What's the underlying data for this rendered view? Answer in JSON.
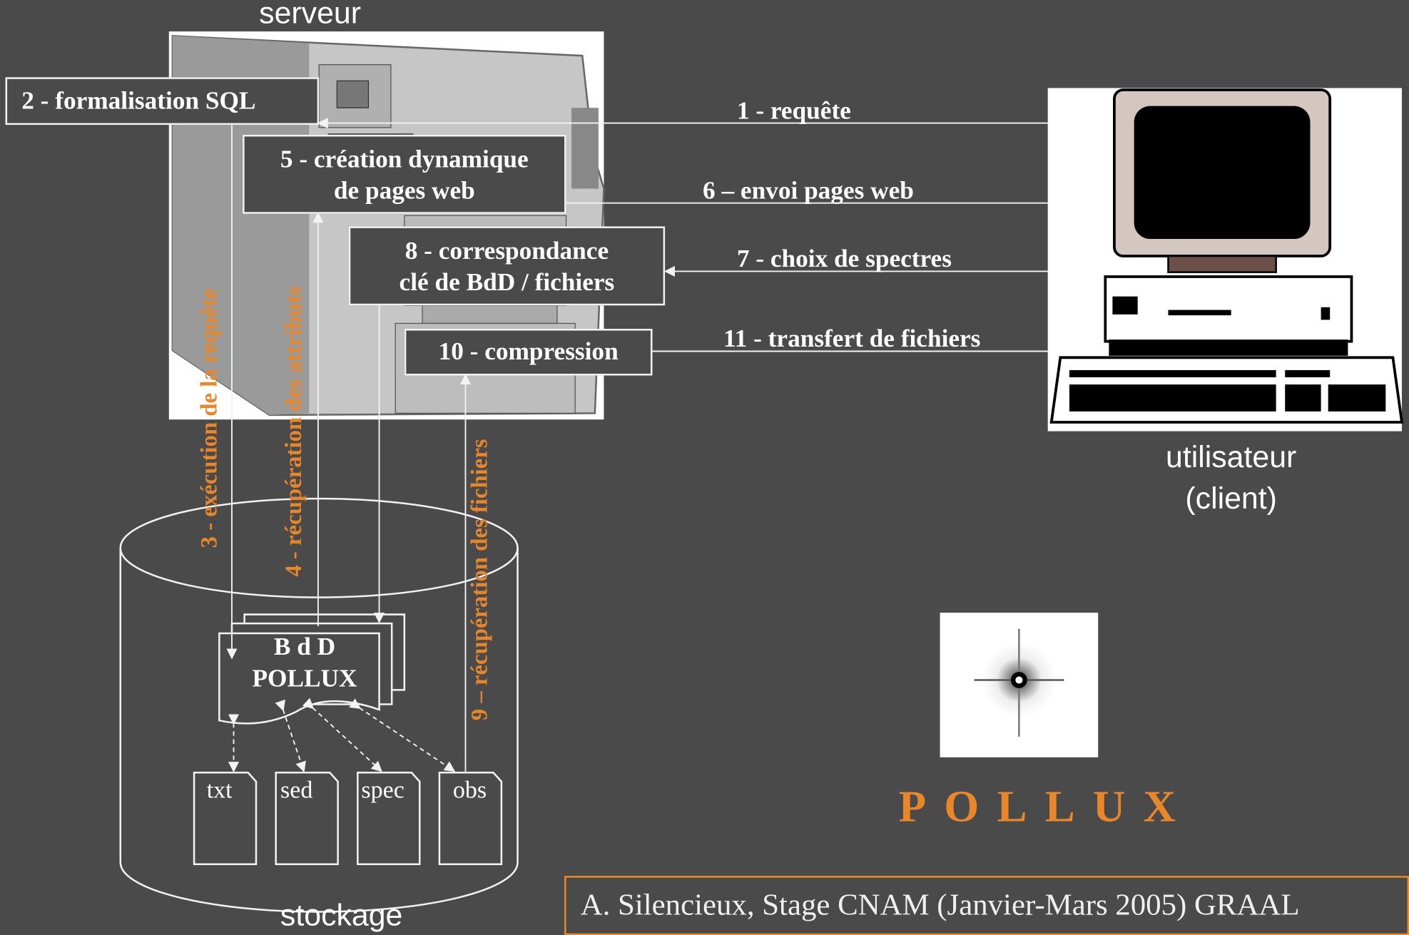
{
  "server": {
    "label": "serveur"
  },
  "client": {
    "label_line1": "utilisateur",
    "label_line2": "(client)"
  },
  "storage": {
    "label": "stockage"
  },
  "boxes": {
    "formalisation": "2 - formalisation SQL",
    "creation_line1": "5 - création dynamique",
    "creation_line2": "de pages web",
    "correspondance_line1": "8 - correspondance",
    "correspondance_line2": "clé de BdD / fichiers",
    "compression": "10 - compression"
  },
  "arrows": {
    "a1": "1 - requête",
    "a6": "6 – envoi pages web",
    "a7": "7 - choix de spectres",
    "a11": "11 - transfert de fichiers"
  },
  "vertical_labels": {
    "v3": "3 - exécution de la requête",
    "v4": "4 - récupération des attributs",
    "v9": "9 – récupération des fichiers"
  },
  "database": {
    "line1": "B d D",
    "line2": "POLLUX"
  },
  "files": [
    "txt",
    "sed",
    "spec",
    "obs"
  ],
  "logo": {
    "title": "POLLUX"
  },
  "credit": "A. Silencieux, Stage CNAM (Janvier-Mars 2005) GRAAL",
  "colors": {
    "background": "#4a4a4a",
    "accent": "#e8862a",
    "line": "#f2f2f2"
  }
}
